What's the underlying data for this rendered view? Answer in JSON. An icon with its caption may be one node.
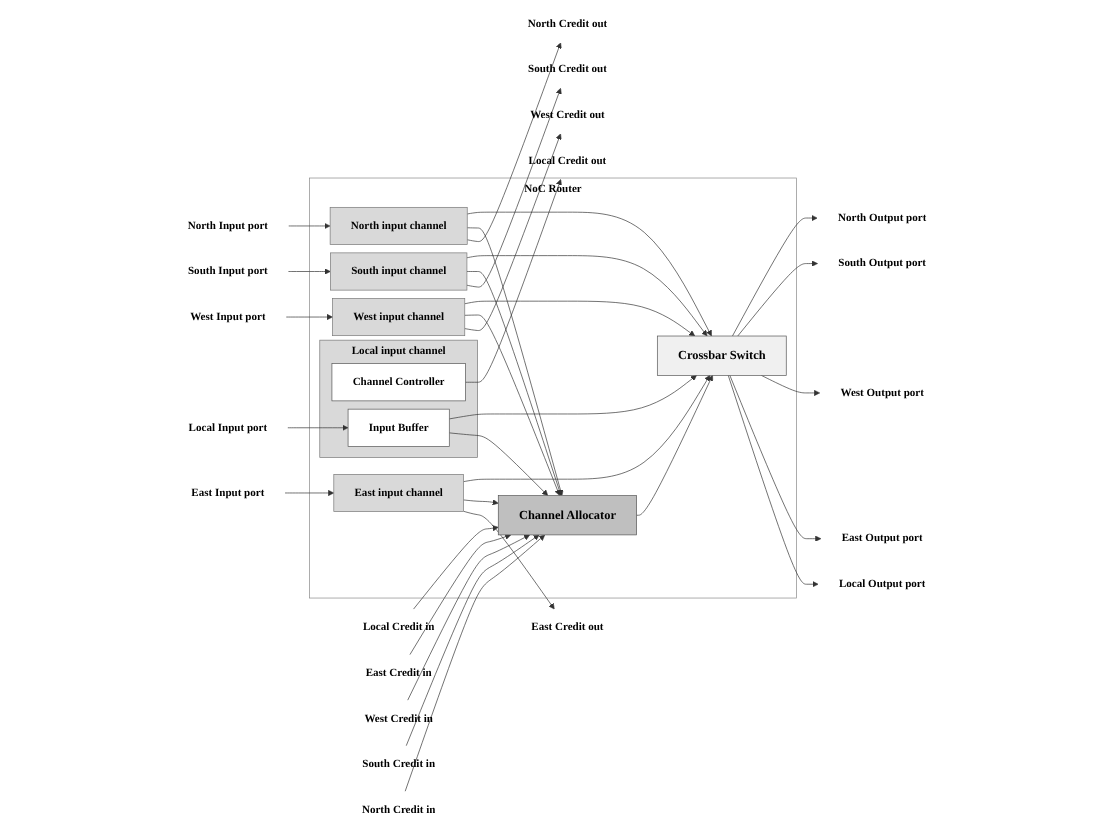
{
  "diagram": {
    "nodes": [
      {
        "text": [
          "NoC Router"
        ]
      },
      {
        "text": [
          "Local Credit out"
        ]
      },
      {
        "text": [
          "Local Input port"
        ]
      },
      {
        "text": [
          "Local input channel"
        ],
        "in": 0
      },
      {
        "text": [
          "Channel Controller"
        ],
        "in": 3
      },
      {
        "text": [
          "Input Buffer"
        ],
        "in": 3
      },
      {
        "text": [
          "East Credit out"
        ]
      },
      {
        "text": [
          "East Input port"
        ]
      },
      {
        "text": [
          "East input channel"
        ],
        "in": 0
      },
      {
        "text": [
          "West Credit out"
        ]
      },
      {
        "text": [
          "West Input port"
        ]
      },
      {
        "text": [
          "West input channel"
        ],
        "in": 0
      },
      {
        "text": [
          "South Credit out"
        ]
      },
      {
        "text": [
          "South Input port"
        ]
      },
      {
        "text": [
          "South input channel"
        ],
        "in": 0
      },
      {
        "text": [
          "North Credit out"
        ]
      },
      {
        "text": [
          "North Input port"
        ]
      },
      {
        "text": [
          "North input channel"
        ],
        "in": 0
      },
      {
        "text": [
          "Channel Allocator"
        ],
        "in": 0
      },
      {
        "text": [
          "Local Credit in"
        ]
      },
      {
        "text": [
          "East Credit in"
        ]
      },
      {
        "text": [
          "West Credit in"
        ]
      },
      {
        "text": [
          "South Credit in"
        ]
      },
      {
        "text": [
          "North Credit in"
        ]
      },
      {
        "text": [
          "Crossbar Switch"
        ],
        "in": 0
      },
      {
        "text": [
          "Local Output port"
        ]
      },
      {
        "text": [
          "East Output port"
        ]
      },
      {
        "text": [
          "West Output port"
        ]
      },
      {
        "text": [
          "South Output port"
        ]
      },
      {
        "text": [
          "North Output port"
        ]
      }
    ],
    "edges": [
      {
        "from": 4,
        "to": 1,
        "arrow": "to"
      },
      {
        "from": 2,
        "to": 5,
        "arrow": "to"
      },
      {
        "from": 8,
        "to": 6,
        "arrow": "to"
      },
      {
        "from": 7,
        "to": 8,
        "arrow": "to"
      },
      {
        "from": 11,
        "to": 9,
        "arrow": "to"
      },
      {
        "from": 10,
        "to": 11,
        "arrow": "to"
      },
      {
        "from": 14,
        "to": 12,
        "arrow": "to"
      },
      {
        "from": 13,
        "to": 14,
        "arrow": "to"
      },
      {
        "from": 17,
        "to": 15,
        "arrow": "to"
      },
      {
        "from": 16,
        "to": 17,
        "arrow": "to"
      },
      {
        "from": 5,
        "to": 18,
        "arrow": "to"
      },
      {
        "from": 5,
        "to": 24,
        "arrow": "to"
      },
      {
        "from": 8,
        "to": 18,
        "arrow": "to"
      },
      {
        "from": 8,
        "to": 24,
        "arrow": "to"
      },
      {
        "from": 11,
        "to": 18,
        "arrow": "to"
      },
      {
        "from": 11,
        "to": 24,
        "arrow": "to"
      },
      {
        "from": 14,
        "to": 18,
        "arrow": "to"
      },
      {
        "from": 14,
        "to": 24,
        "arrow": "to"
      },
      {
        "from": 17,
        "to": 18,
        "arrow": "to"
      },
      {
        "from": 17,
        "to": 24,
        "arrow": "to"
      },
      {
        "from": 19,
        "to": 18,
        "arrow": "to"
      },
      {
        "from": 20,
        "to": 18,
        "arrow": "to"
      },
      {
        "from": 21,
        "to": 18,
        "arrow": "to"
      },
      {
        "from": 22,
        "to": 18,
        "arrow": "to"
      },
      {
        "from": 23,
        "to": 18,
        "arrow": "to"
      },
      {
        "from": 18,
        "to": 24,
        "arrow": "to"
      },
      {
        "from": 24,
        "to": 25,
        "arrow": "to"
      },
      {
        "from": 24,
        "to": 26,
        "arrow": "to"
      },
      {
        "from": 24,
        "to": 27,
        "arrow": "to"
      },
      {
        "from": 24,
        "to": 28,
        "arrow": "to"
      },
      {
        "from": 24,
        "to": 29,
        "arrow": "to"
      }
    ]
  }
}
